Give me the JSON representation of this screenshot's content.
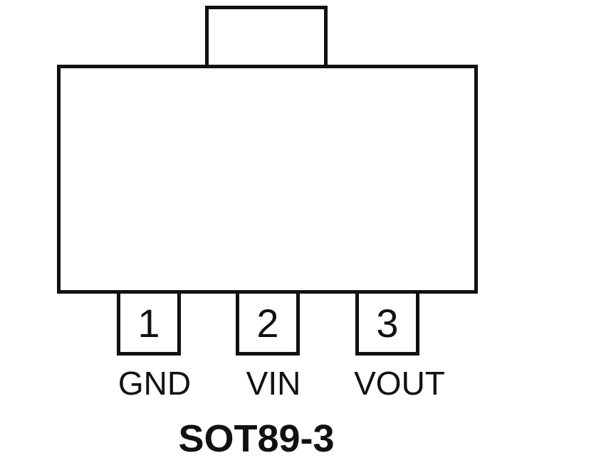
{
  "diagram": {
    "package_name": "SOT89-3",
    "pins": [
      {
        "number": "1",
        "label": "GND"
      },
      {
        "number": "2",
        "label": "VIN"
      },
      {
        "number": "3",
        "label": "VOUT"
      }
    ]
  }
}
